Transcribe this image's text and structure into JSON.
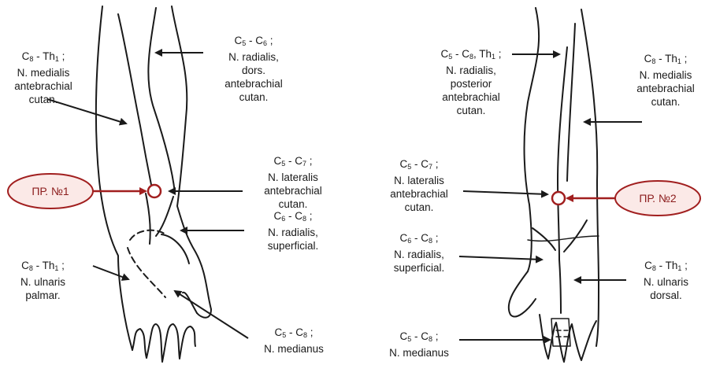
{
  "colors": {
    "line": "#1a1a1a",
    "accent": "#a11f1f",
    "badge_fill": "#fbe9e7"
  },
  "left_arm": {
    "labels": {
      "medial": [
        "C",
        "8",
        " - Th",
        "1",
        " ;",
        "N. medialis",
        "antebrachial",
        "cutan."
      ],
      "radial_dorsal": [
        "C",
        "5",
        " - C",
        "6",
        " ;",
        "N. radialis,",
        "dors.",
        "antebrachial",
        "cutan."
      ],
      "lateral": [
        "C",
        "5",
        " - C",
        "7",
        " ;",
        "N. lateralis",
        "antebrachial",
        "cutan."
      ],
      "radial_superficial": [
        "C",
        "6",
        " - C",
        "8",
        " ;",
        "N. radialis,",
        "superficial."
      ],
      "ulnar_palmar": [
        "C",
        "8",
        " - Th",
        "1",
        " ;",
        "N. ulnaris",
        "palmar."
      ],
      "median": [
        "C",
        "5",
        " - C",
        "8",
        " ;",
        "N. medianus"
      ]
    },
    "point_badge": "ПР. №1"
  },
  "right_arm": {
    "labels": {
      "radial_posterior": [
        "C",
        "5",
        " - C",
        "8",
        ", Th",
        "1",
        " ;",
        "N. radialis,",
        "posterior",
        "antebrachial",
        "cutan."
      ],
      "medial": [
        "C",
        "8",
        " - Th",
        "1",
        " ;",
        "N. medialis",
        "antebrachial",
        "cutan."
      ],
      "lateral": [
        "C",
        "5",
        " - C",
        "7",
        " ;",
        "N. lateralis",
        "antebrachial",
        "cutan."
      ],
      "radial_superficial": [
        "C",
        "6",
        " - C",
        "8",
        " ;",
        "N. radialis,",
        "superficial."
      ],
      "ulnar_dorsal": [
        "C",
        "8",
        " - Th",
        "1",
        " ;",
        "N. ulnaris",
        "dorsal."
      ],
      "median": [
        "C",
        "5",
        " - C",
        "8",
        " ;",
        "N. medianus"
      ]
    },
    "point_badge": "ПР. №2"
  }
}
